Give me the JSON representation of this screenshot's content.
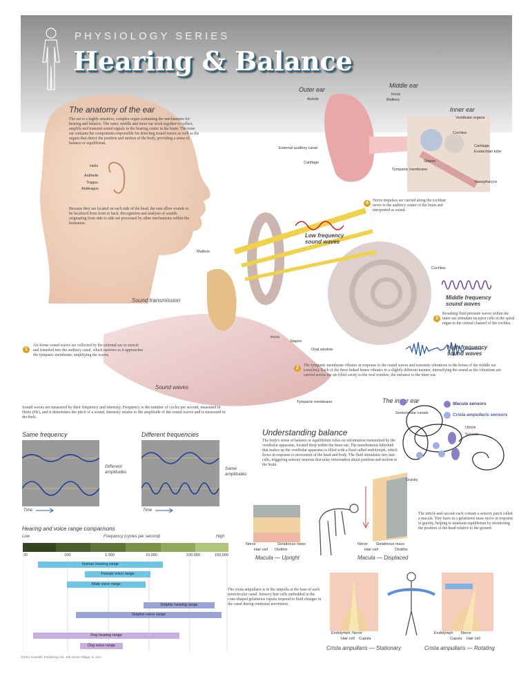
{
  "header": {
    "series": "PHYSIOLOGY SERIES",
    "title": "Hearing & Balance"
  },
  "anatomy": {
    "heading": "The anatomy of the ear",
    "intro": "The ear is a highly sensitive, complex organ containing the mechanisms for hearing and balance. The outer, middle and inner ear work together to collect, amplify and transmit sound signals to the hearing center in the brain. The inner ear contains the components responsible for detecting sound waves as well as the organs that detect the position and motion of the body, providing a sense of balance or equilibrium.",
    "labels": [
      "Helix",
      "Antihelix",
      "Tragus",
      "Antitragus"
    ],
    "second": "Because they are located on each side of the head, the ears allow sounds to be localized from front to back. Recognition and analysis of sounds originating from side to side are processed by other mechanisms within the brainstem."
  },
  "ear_diagram": {
    "outer": "Outer ear",
    "middle": "Middle ear",
    "inner": "Inner ear",
    "labels": {
      "auricle": "Auricle",
      "incus": "Incus",
      "malleus": "Malleus",
      "vestibular": "Vestibular organs",
      "cochlea": "Cochlea",
      "canal": "External auditory canal",
      "cartilage1": "Cartilage",
      "cartilage2": "Cartilage",
      "eustachian": "Eustachian tube",
      "stapes": "Stapes",
      "tympanic": "Tympanic membrane",
      "nasopharynx": "Nasopharynx"
    }
  },
  "transmission": {
    "title": "Sound transmission",
    "sound_waves": "Sound waves",
    "low": "Low frequency sound waves",
    "middle": "Middle frequency sound waves",
    "high": "High frequency sound waves",
    "labels": {
      "malleus": "Malleus",
      "cochlea": "Cochlea",
      "incus": "Incus",
      "stapes": "Stapes",
      "oval": "Oval window",
      "tympanic": "Tympanic membrane"
    },
    "steps": [
      {
        "n": "1",
        "text": "Air-borne sound waves are collected by the external ear or auricle and funneled into the auditory canal, which narrows as it approaches the tympanic membrane, amplifying the waves."
      },
      {
        "n": "2",
        "text": "The tympanic membrane vibrates in response to the sound waves and transmits vibrations to the bones of the middle ear (ossicles). Each of the three linked bones vibrates in a slightly different manner, intensifying the sound as the vibrations are carried across the air-filled cavity to the oval window, the entrance to the inner ear."
      },
      {
        "n": "3",
        "text": "Resulting fluid pressure waves within the inner ear stimulate receptor cells in the spiral organ in the central channel of the cochlea."
      },
      {
        "n": "4",
        "text": "Nerve impulses are carried along the cochlear nerve to the auditory center of the brain and interpreted as sound."
      }
    ]
  },
  "waves": {
    "intro": "Sound waves are measured by their frequency and intensity. Frequency is the number of cycles per second, measured in Hertz (Hz), and it determines the pitch of a sound. Intensity relates to the amplitude of the sound waves and is measured in decibels.",
    "same_freq": "Same frequency",
    "diff_freq": "Different frequencies",
    "diff_amp": "Different amplitudes",
    "same_amp": "Same amplitudes",
    "time1": "Time",
    "time2": "Time"
  },
  "range": {
    "title": "Hearing and voice range comparisons",
    "low": "Low",
    "high": "High",
    "freq_label": "Frequency (cycles per second)",
    "ticks": [
      "20",
      "100",
      "1,000",
      "10,000",
      "100,000",
      "150,000"
    ],
    "bars": [
      {
        "label": "Human hearing range",
        "color": "#6ec6e6"
      },
      {
        "label": "Female voice range",
        "color": "#6ec6e6"
      },
      {
        "label": "Male voice range",
        "color": "#6ec6e6"
      },
      {
        "label": "Dolphin hearing range",
        "color": "#9aa3d6"
      },
      {
        "label": "Dolphin voice range",
        "color": "#9aa3d6"
      },
      {
        "label": "Dog hearing range",
        "color": "#c9aee0"
      },
      {
        "label": "Dog voice range",
        "color": "#c9aee0"
      }
    ],
    "copyright": "©2013 Scientific Publishing Ltd., Elk Grove Village, IL USA"
  },
  "balance": {
    "heading": "Understanding balance",
    "text": "The body's sense of balance or equilibrium relies on information transmitted by the vestibular apparatus, located deep within the inner ear. The membranous labyrinth that makes up the vestibular apparatus is filled with a fluid called endolymph, which flows in response to movement of the head and body. The fluid stimulates tiny hair cells, triggering sensory neurons that relay information about position and motion to the brain.",
    "inner_ear": "The inner ear",
    "legend": [
      "Macula sensors",
      "Crista ampullaris sensors"
    ],
    "legend_colors": [
      "#8a7fc7",
      "#9fb0e6"
    ],
    "labels": {
      "canals": "Semicircular canals",
      "utricle": "Utricle",
      "saccule": "Saccule"
    },
    "macula_text": "The utricle and saccule each contain a sensory patch called a macula. Tiny hairs in a gelatinous mass move in response to gravity, helping to maintain equilibrium by monitoring the position of the head relative to the ground.",
    "gravity": "Gravity",
    "macula_upright": "Macula — Upright",
    "macula_displaced": "Macula — Displaced",
    "macula_labels": [
      "Nerve",
      "Gelatinous mass",
      "Hair cell",
      "Otoliths"
    ],
    "crista_text": "The crista ampullaris is in the ampulla at the base of each semicircular canal. Sensory hair cells embedded in the cone-shaped gelatinous cupula respond to fluid changes in the canal during rotational movement.",
    "crista_stationary": "Crista ampullaris — Stationary",
    "crista_rotating": "Crista ampullaris — Rotating",
    "crista_labels": [
      "Endolymph",
      "Nerve",
      "Hair cell",
      "Cupula"
    ]
  }
}
